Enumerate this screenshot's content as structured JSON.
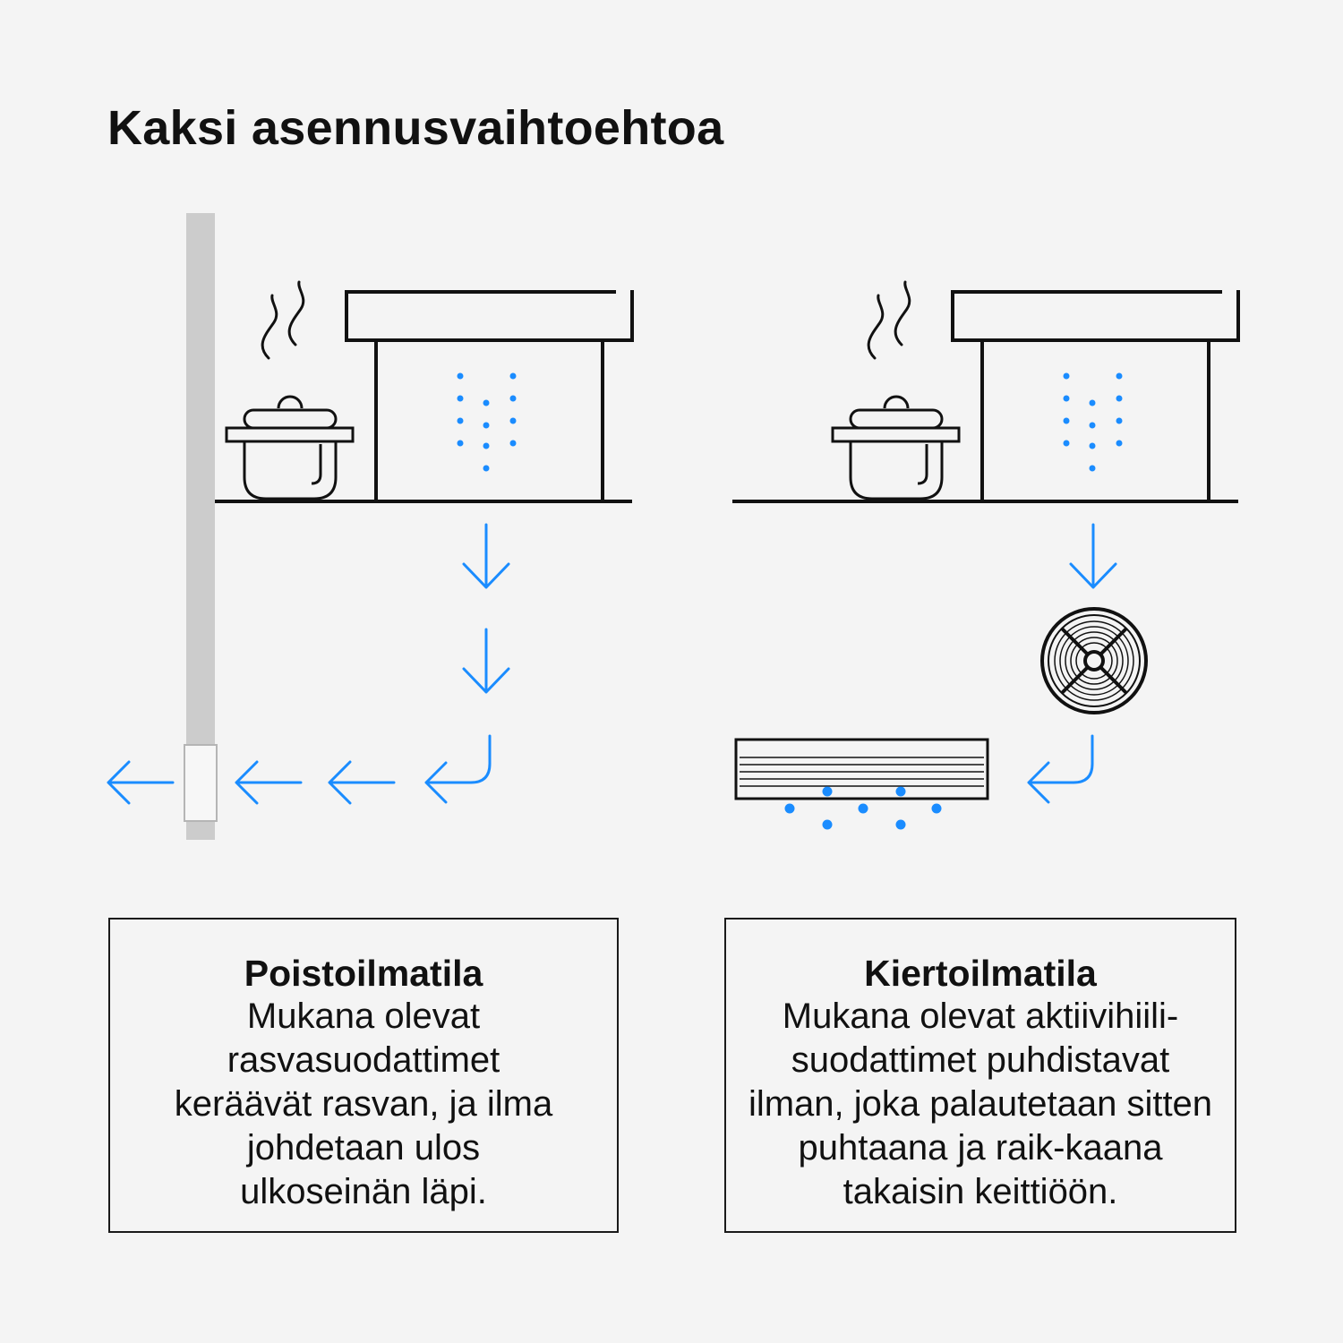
{
  "title": "Kaksi asennusvaihtoehtoa",
  "options": [
    {
      "heading": "Poistoilmatila",
      "body": "Mukana olevat rasvasuodattimet keräävät rasvan, ja ilma johdetaan ulos ulkoseinän läpi."
    },
    {
      "heading": "Kiertoilmatila",
      "body": "Mukana olevat aktiivihiili-suodattimet puhdistavat ilman, joka palautetaan sitten puhtaana ja raik-kaana takaisin keittiöön."
    }
  ],
  "colors": {
    "background": "#f4f4f4",
    "line": "#111111",
    "airflow": "#1a8cff",
    "wall": "#cccccc"
  },
  "icons": [
    "pot-icon",
    "steam-icon",
    "cabinet-icon",
    "arrow-icon",
    "fan-icon",
    "filter-icon",
    "wall-duct-icon"
  ]
}
